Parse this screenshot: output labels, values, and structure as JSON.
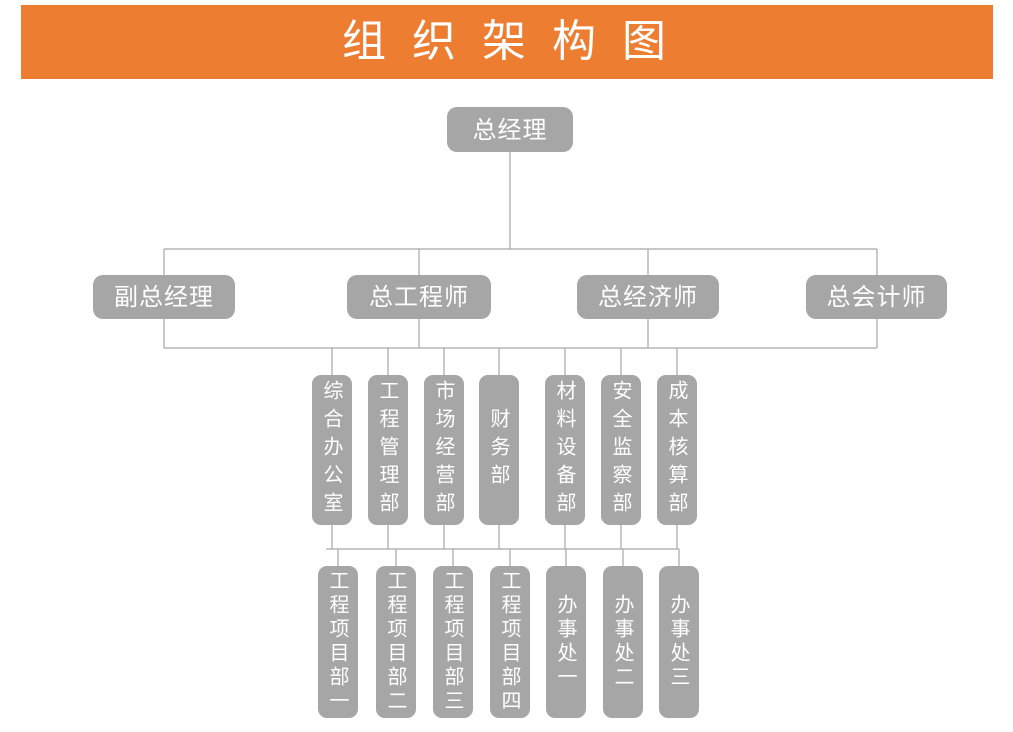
{
  "title": "组 织 架 构 图",
  "colors": {
    "header_bg": "#ED7D31",
    "box_bg": "#A6A6A6",
    "line": "#A6A6A6",
    "text_on_fill": "#FFFFFF",
    "page_bg": "#FFFFFF"
  },
  "org": {
    "root": {
      "label": "总经理"
    },
    "level2": [
      {
        "label": "副总经理"
      },
      {
        "label": "总工程师"
      },
      {
        "label": "总经济师"
      },
      {
        "label": "总会计师"
      }
    ],
    "level3": [
      {
        "label": "综合办公室"
      },
      {
        "label": "工程管理部"
      },
      {
        "label": "市场经营部"
      },
      {
        "label": "财务部"
      },
      {
        "label": "材料设备部"
      },
      {
        "label": "安全监察部"
      },
      {
        "label": "成本核算部"
      }
    ],
    "level4": [
      {
        "label": "工程项目部一"
      },
      {
        "label": "工程项目部二"
      },
      {
        "label": "工程项目部三"
      },
      {
        "label": "工程项目部四"
      },
      {
        "label": "办事处一"
      },
      {
        "label": "办事处二"
      },
      {
        "label": "办事处三"
      }
    ]
  }
}
